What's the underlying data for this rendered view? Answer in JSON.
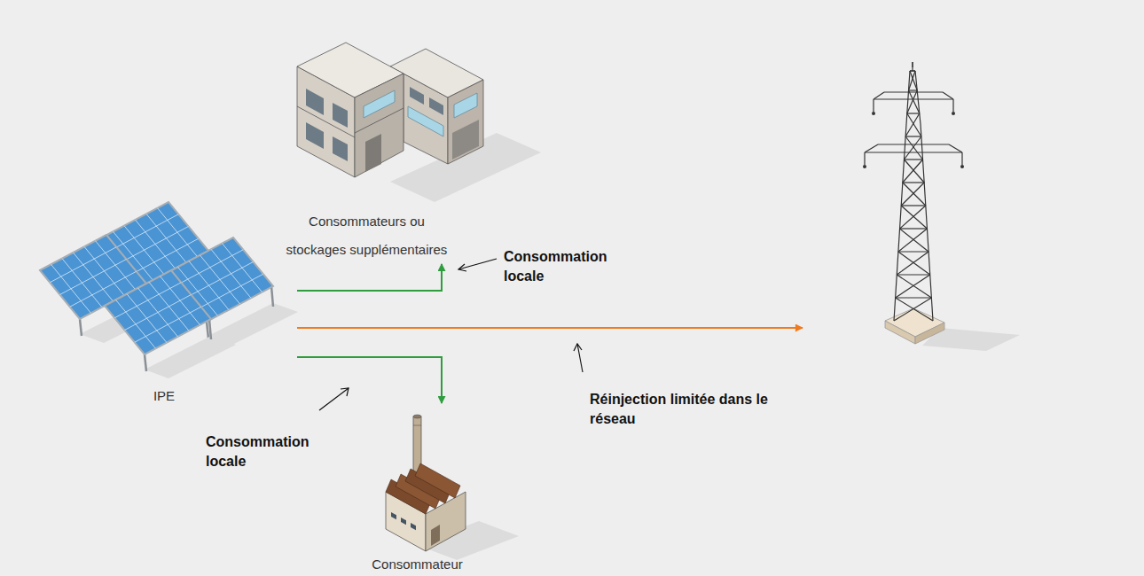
{
  "diagram": {
    "nodes": [
      {
        "text": [
          "IPE"
        ]
      },
      {
        "text": [
          "Consommateurs ou stockages supplémentaires"
        ]
      },
      {
        "text": [
          "Consommateur"
        ]
      },
      {
        "text": []
      }
    ],
    "edges": [
      {
        "from": 0,
        "to": 1,
        "arrow": "to",
        "label": "Consommation locale"
      },
      {
        "from": 0,
        "to": 3,
        "arrow": "to",
        "label": "Réinjection limitée dans le réseau"
      },
      {
        "from": 0,
        "to": 2,
        "arrow": "to",
        "label": "Consommation locale"
      }
    ]
  }
}
